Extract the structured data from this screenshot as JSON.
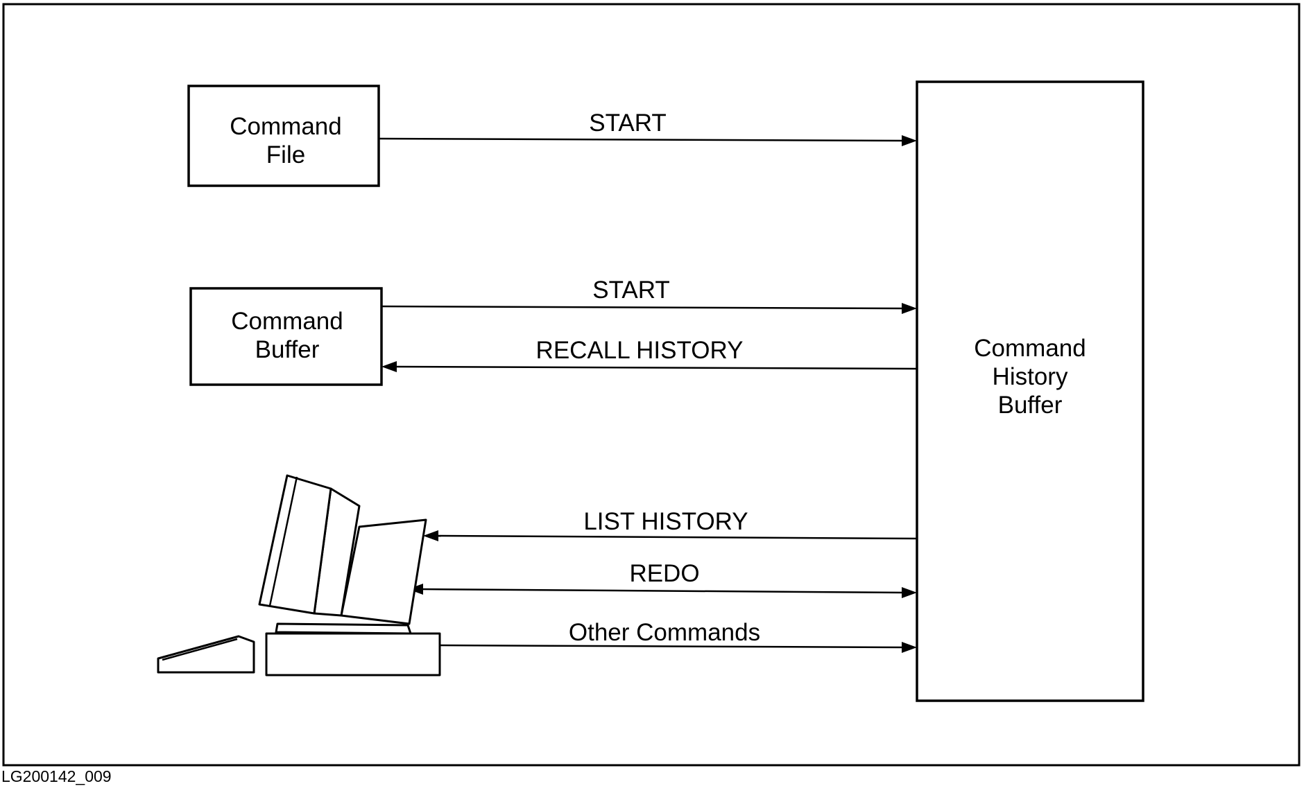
{
  "boxes": {
    "command_file": {
      "line1": "Command",
      "line2": "File"
    },
    "command_buffer": {
      "line1": "Command",
      "line2": "Buffer"
    },
    "history_buffer": {
      "line1": "Command",
      "line2": "History",
      "line3": "Buffer"
    }
  },
  "arrows": {
    "file_start": "START",
    "buffer_start": "START",
    "recall_history": "RECALL HISTORY",
    "list_history": "LIST HISTORY",
    "redo": "REDO",
    "other_commands": "Other Commands"
  },
  "figure_code": "LG200142_009",
  "icons": {
    "terminal": "workstation-terminal-icon"
  },
  "colors": {
    "ink": "#000000",
    "paper": "#ffffff"
  }
}
